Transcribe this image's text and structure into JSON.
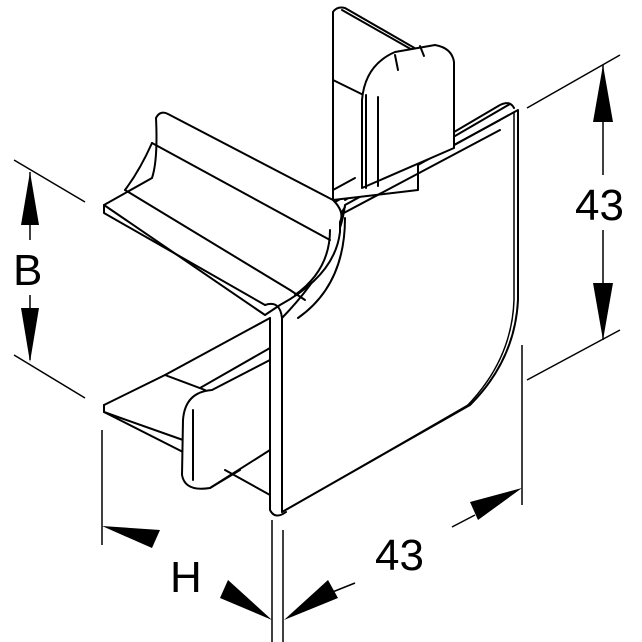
{
  "drawing": {
    "type": "isometric technical drawing",
    "subject": "flat 90-degree bend / elbow cover part",
    "line_color": "#000000",
    "background": "#ffffff"
  },
  "dimensions": {
    "height_right": {
      "label": "43"
    },
    "width_bottom": {
      "label": "43"
    },
    "left_b": {
      "label": "B"
    },
    "bottom_h": {
      "label": "H"
    }
  }
}
